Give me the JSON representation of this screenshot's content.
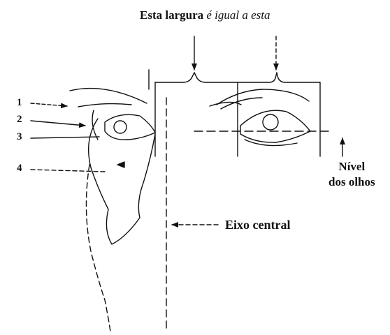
{
  "title": {
    "part1": "Esta largura ",
    "part2": "é igual a esta"
  },
  "callouts": [
    "1",
    "2",
    "3",
    "4"
  ],
  "eye_level_label": {
    "line1": "Nível",
    "line2": "dos olhos"
  },
  "central_axis_label": "Eixo central",
  "colors": {
    "ink": "#111111",
    "background": "#ffffff"
  }
}
